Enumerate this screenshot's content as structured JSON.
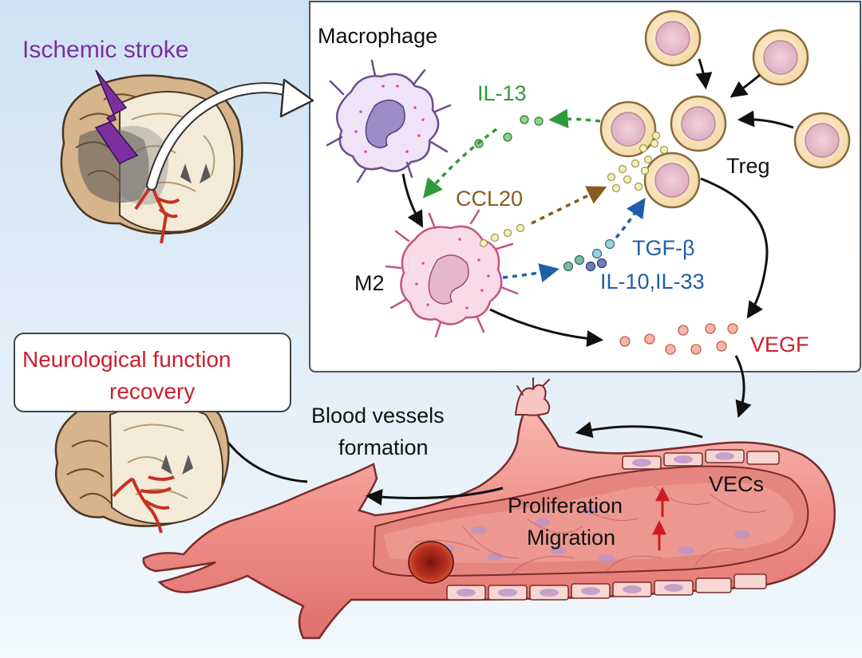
{
  "labels": {
    "ischemic_stroke": "Ischemic stroke",
    "macrophage": "Macrophage",
    "il13": "IL-13",
    "ccl20": "CCL20",
    "treg": "Treg",
    "m2": "M2",
    "tgf_beta": "TGF-β",
    "il10_il33": "IL-10,IL-33",
    "vegf": "VEGF",
    "neuro_line1": "Neurological function",
    "neuro_line2": "recovery",
    "blood_line1": "Blood vessels",
    "blood_line2": "formation",
    "vecs": "VECs",
    "proliferation": "Proliferation",
    "migration": "Migration"
  },
  "colors": {
    "stroke_purple": "#7b2fa0",
    "il13_green": "#2f9a3a",
    "ccl20_brown": "#8a5a1e",
    "tgf_blue": "#1f5fa8",
    "vegf_red": "#c8202f",
    "neuro_red": "#c8202f",
    "background_blue": "#dbe9f5"
  }
}
